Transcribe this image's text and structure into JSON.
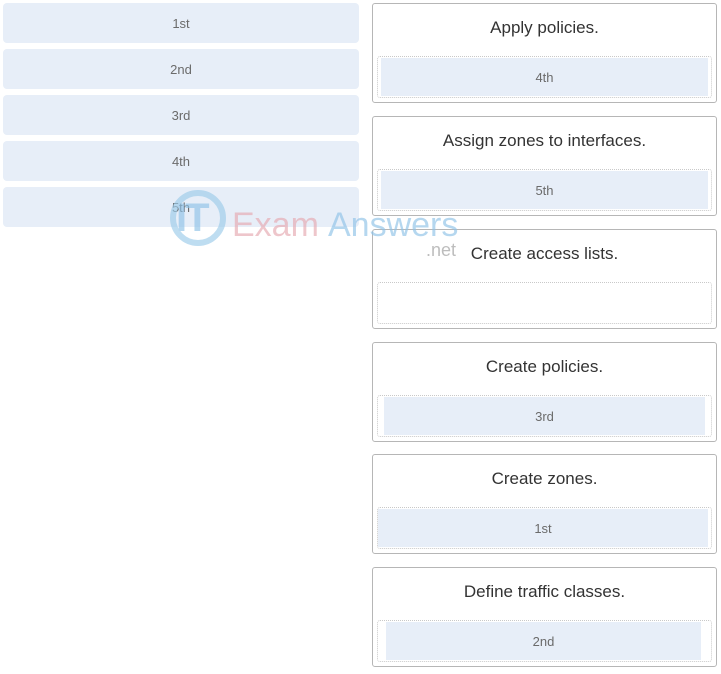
{
  "choices": [
    {
      "label": "1st"
    },
    {
      "label": "2nd"
    },
    {
      "label": "3rd"
    },
    {
      "label": "4th"
    },
    {
      "label": "5th"
    }
  ],
  "cards": [
    {
      "title": "Apply policies.",
      "answer": "4th"
    },
    {
      "title": "Assign zones to interfaces.",
      "answer": "5th"
    },
    {
      "title": "Create access lists.",
      "answer": ""
    },
    {
      "title": "Create policies.",
      "answer": "3rd"
    },
    {
      "title": "Create zones.",
      "answer": "1st"
    },
    {
      "title": "Define traffic classes.",
      "answer": "2nd"
    }
  ],
  "watermark": {
    "it": "IT",
    "exam": "Exam",
    "answers": "Answers",
    "net": ".net"
  }
}
